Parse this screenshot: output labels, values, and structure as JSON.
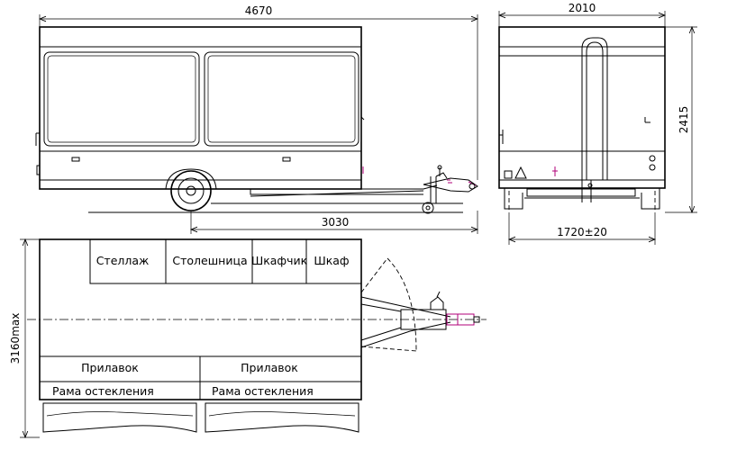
{
  "dimensions": {
    "side_length": "4670",
    "side_wheelbase": "3030",
    "front_width": "2010",
    "front_height": "2415",
    "front_track": "1720±20",
    "plan_width": "3160max"
  },
  "labels": {
    "rack": "Стеллаж",
    "tabletop": "Столешница",
    "small_cabinet": "Шкафчик",
    "cabinet": "Шкаф",
    "counter_left": "Прилавок",
    "counter_right": "Прилавок",
    "glazing_frame_left": "Рама остекления",
    "glazing_frame_right": "Рама остекления"
  }
}
